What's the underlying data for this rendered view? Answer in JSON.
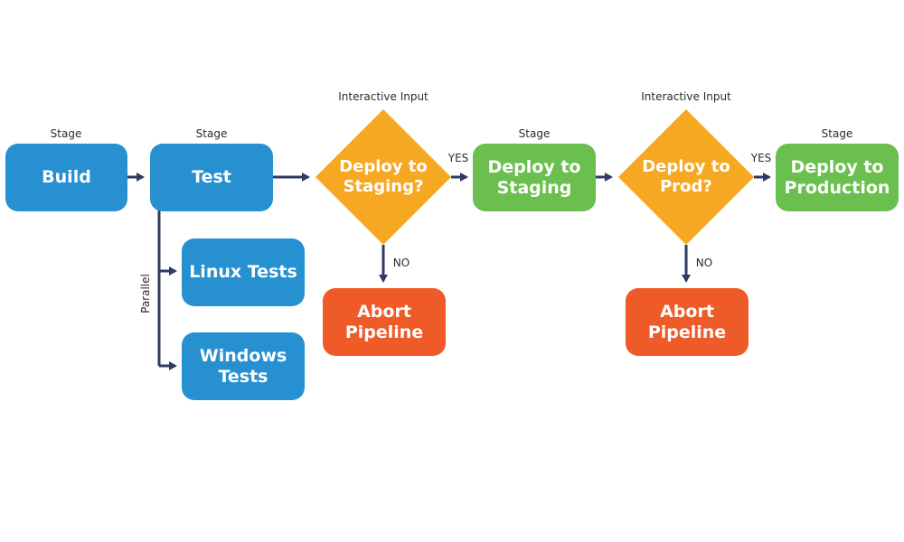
{
  "captions": {
    "build_caption": "Stage",
    "test_caption": "Stage",
    "deploy_staging_caption": "Stage",
    "deploy_production_caption": "Stage",
    "input1_caption": "Interactive Input",
    "input2_caption": "Interactive Input"
  },
  "nodes": {
    "build": "Build",
    "test": "Test",
    "linux_tests": "Linux Tests",
    "windows_tests": "Windows\nTests",
    "decision_staging": "Deploy to\nStaging?",
    "deploy_staging": "Deploy to\nStaging",
    "abort1": "Abort\nPipeline",
    "decision_prod": "Deploy to\nProd?",
    "deploy_production": "Deploy to\nProduction",
    "abort2": "Abort\nPipeline"
  },
  "edge_labels": {
    "yes1": "YES",
    "no1": "NO",
    "yes2": "YES",
    "no2": "NO",
    "parallel": "Parallel"
  },
  "colors": {
    "stage_blue": "#2790d1",
    "deploy_green": "#6bbf4e",
    "decision_orange": "#f7a823",
    "abort_red": "#ee5a28",
    "connector": "#2f3b63"
  }
}
